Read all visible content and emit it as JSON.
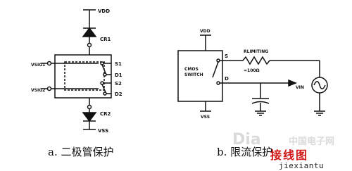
{
  "diagram_a": {
    "vdd_label": "VDD",
    "cr1_label": "CR1",
    "cr2_label": "CR2",
    "vss_label": "VSS",
    "vsig1_label": "VSIG1",
    "vsig2_label": "VSIG2",
    "s1_label": "S1",
    "d1_label": "D1",
    "s2_label": "S2",
    "d2_label": "D2",
    "caption": "a.  二极管保护"
  },
  "diagram_b": {
    "vdd_label": "VDD",
    "vss_label": "VSS",
    "chip_line1": "CMOS",
    "chip_line2": "SWITCH",
    "s_label": "S",
    "d_label": "D",
    "rlimit_label": "RLIMITING",
    "rlimit_value": "≈100Ω",
    "vin_label": "VIN",
    "caption": "b.  限流保护"
  },
  "watermark": {
    "left_text": "Dia",
    "right_text": "中国电子网",
    "logo_text": "接线图",
    "site_text": "jiexiantu"
  }
}
